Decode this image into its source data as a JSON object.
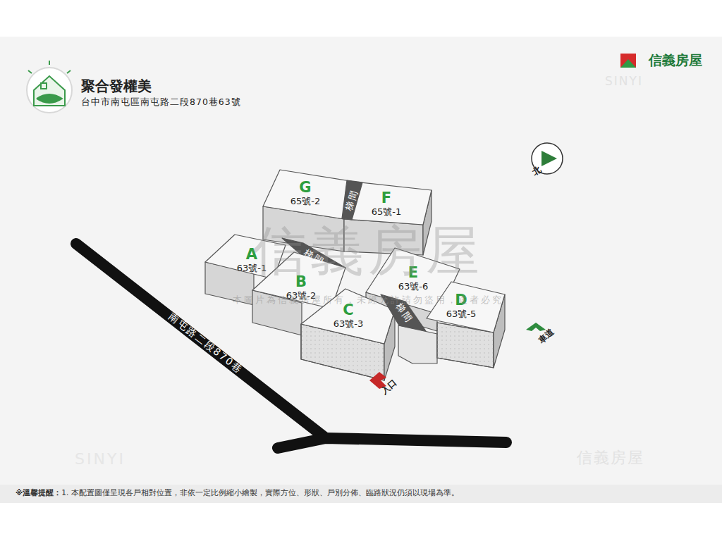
{
  "diagram": {
    "title": "聚合發權美",
    "caption": "台中市南屯區南屯路二段870巷63號",
    "nodes": [
      {
        "text": [
          "G",
          "65號-2"
        ]
      },
      {
        "text": [
          "梯間"
        ]
      },
      {
        "text": [
          "F",
          "65號-1"
        ]
      },
      {
        "text": [
          "A",
          "63號-1"
        ]
      },
      {
        "text": [
          "梯間"
        ]
      },
      {
        "text": [
          "B",
          "63號-2"
        ]
      },
      {
        "text": [
          "C",
          "63號-3"
        ]
      },
      {
        "text": [
          "E",
          "63號-6"
        ]
      },
      {
        "text": [
          "梯間"
        ]
      },
      {
        "text": [
          "D",
          "63號-5"
        ]
      }
    ],
    "labels": [
      "信義房屋",
      "SINYI",
      "北",
      "南屯路二段870巷",
      "入口",
      "車道",
      "信義房屋",
      "本圖片為信義房屋所有，未經允許請勿盜用，違者必究",
      "SINYI",
      "信義房屋",
      "※溫馨提醒：",
      "1. 本配置圖僅呈現各戶相對位置，非依一定比例縮小繪製，實際方位、形狀、戶別分佈、臨路狀況仍須以現場為準。"
    ]
  }
}
